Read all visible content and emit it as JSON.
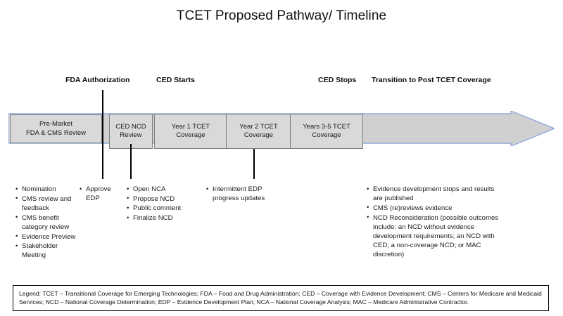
{
  "title": "TCET Proposed Pathway/ Timeline",
  "colors": {
    "arrow_fill": "#d0d0d0",
    "arrow_stroke": "#8faadc",
    "segment_fill": "#d9d9d9",
    "segment_stroke": "#7d7d7d",
    "text": "#1a1a1a",
    "tick": "#000000"
  },
  "milestones": [
    {
      "label": "FDA Authorization"
    },
    {
      "label": "CED Starts"
    },
    {
      "label": "CED Stops"
    },
    {
      "label": "Transition to Post TCET Coverage"
    }
  ],
  "segments": [
    {
      "line1": "Pre-Market",
      "line2": "FDA & CMS Review"
    },
    {
      "line1": "CED NCD",
      "line2": "Review"
    },
    {
      "line1": "Year 1 TCET",
      "line2": "Coverage"
    },
    {
      "line1": "Year 2 TCET",
      "line2": "Coverage"
    },
    {
      "line1": "Years 3-5 TCET",
      "line2": "Coverage"
    }
  ],
  "bullet_groups": [
    {
      "name": "pre-market-activities",
      "items": [
        "Nomination",
        "CMS review and feedback",
        "CMS benefit category review",
        "Evidence Preview",
        "Stakeholder Meeting"
      ]
    },
    {
      "name": "edp-approval",
      "items": [
        "Approve EDP"
      ]
    },
    {
      "name": "ncd-process",
      "items": [
        "Open NCA",
        "Propose NCD",
        "Public comment",
        "Finalize NCD"
      ]
    },
    {
      "name": "coverage-monitoring",
      "items": [
        "Intermittent EDP progress updates"
      ]
    },
    {
      "name": "post-tcet-activities",
      "items": [
        "Evidence development stops and results are published",
        "CMS (re)reviews evidence",
        "NCD Reconsideration (possible outcomes include: an NCD without evidence development requirements; an NCD with CED; a non-coverage NCD; or MAC discretion)"
      ]
    }
  ],
  "legend": {
    "text": "Legend:  TCET – Transitional Coverage for Emerging Technologies; FDA – Food and Drug Administration; CED – Coverage with Evidence Development; CMS – Centers for Medicare and Medicaid Services; NCD – National Coverage Determination; EDP – Evidence Development Plan; NCA – National Coverage Analysis; MAC – Medicare Administrative Contractor."
  }
}
